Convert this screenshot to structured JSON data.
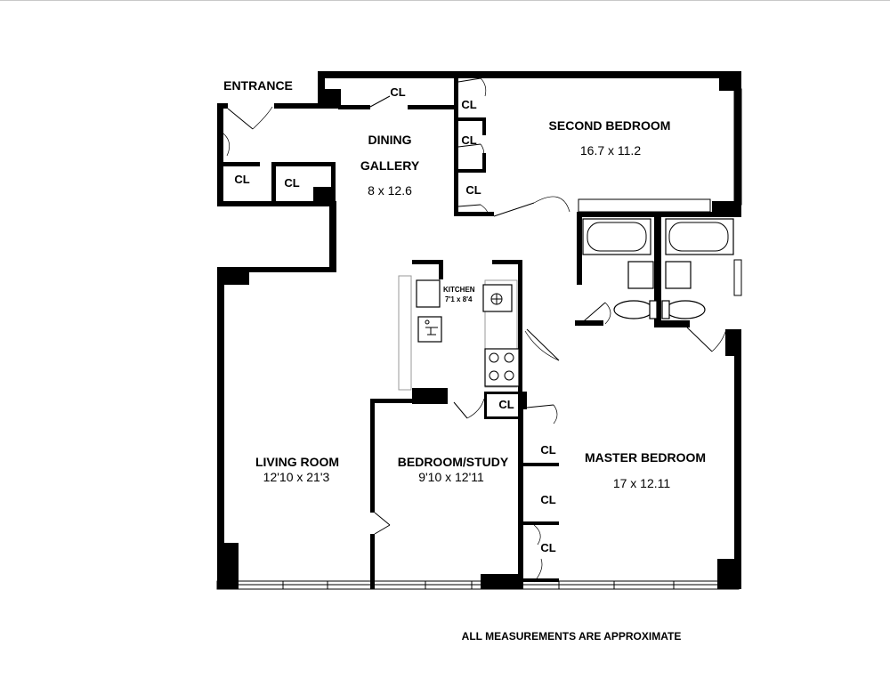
{
  "rooms": {
    "entrance": "ENTRANCE",
    "dining_gallery": {
      "name_line1": "DINING",
      "name_line2": "GALLERY",
      "size": "8 x 12.6"
    },
    "second_bedroom": {
      "name": "SECOND BEDROOM",
      "size": "16.7 x 11.2"
    },
    "kitchen": {
      "name": "KITCHEN",
      "size": "7'1 x 8'4"
    },
    "living_room": {
      "name": "LIVING ROOM",
      "size": "12'10 x 21'3"
    },
    "bedroom_study": {
      "name": "BEDROOM/STUDY",
      "size": "9'10 x 12'11"
    },
    "master_bedroom": {
      "name": "MASTER BEDROOM",
      "size": "17 x 12.11"
    }
  },
  "closet_label": "CL",
  "footer_note": "ALL MEASUREMENTS ARE APPROXIMATE"
}
